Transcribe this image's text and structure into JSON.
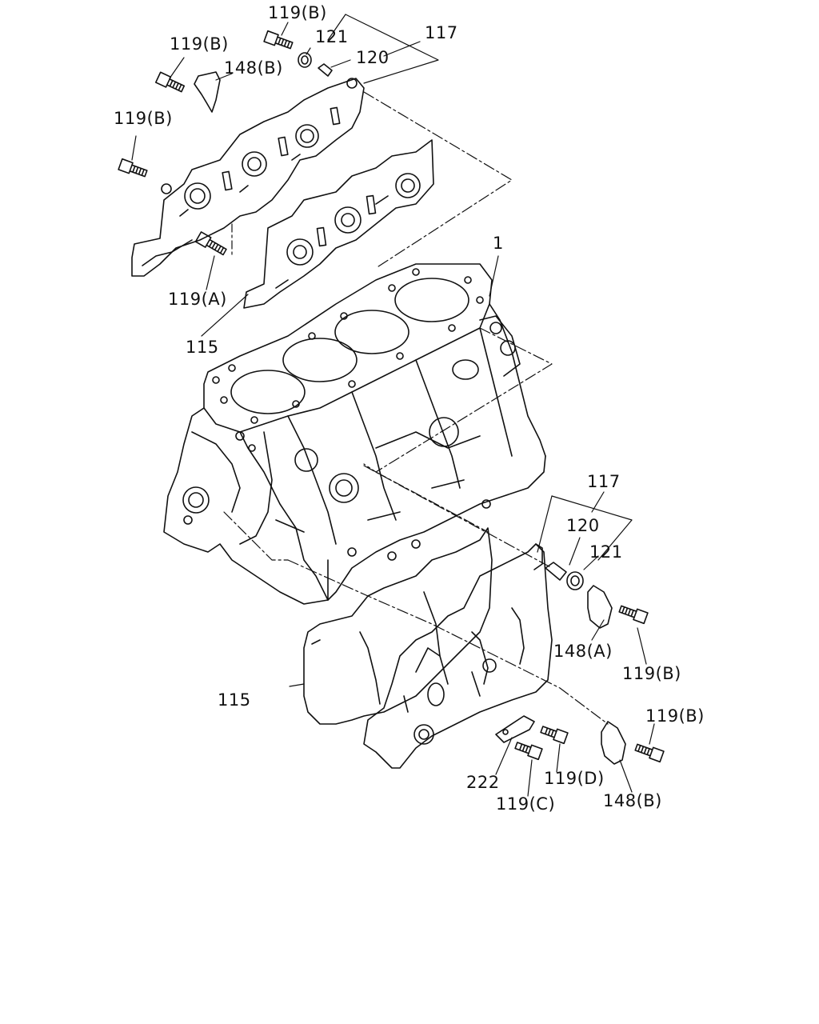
{
  "diagram": {
    "part_labels": [
      "119(B)",
      "121",
      "117",
      "119(B)",
      "148(B)",
      "120",
      "119(B)",
      "119(A)",
      "115",
      "1",
      "117",
      "120",
      "121",
      "148(A)",
      "119(B)",
      "115",
      "119(B)",
      "222",
      "119(D)",
      "119(C)",
      "148(B)"
    ]
  }
}
